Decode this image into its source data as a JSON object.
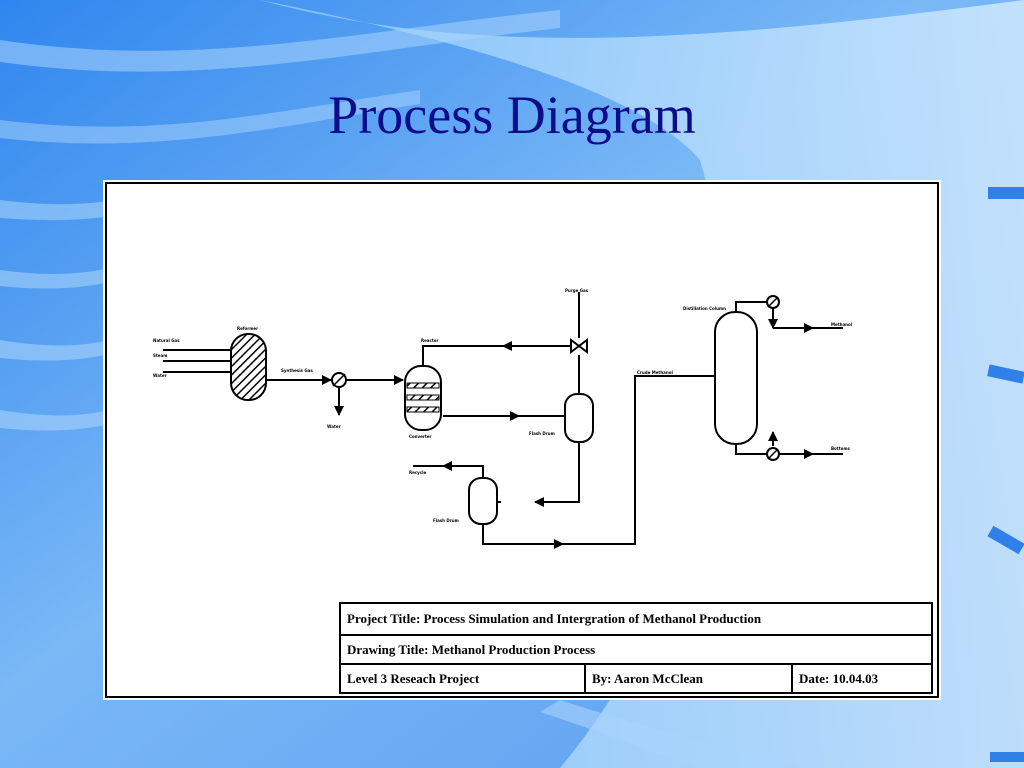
{
  "slide": {
    "title": "Process Diagram"
  },
  "diagram": {
    "stream_labels": {
      "natural_gas": "Natural Gas",
      "steam": "Steam",
      "water": "Water",
      "reformer": "Reformer",
      "syngas": "Synthesis Gas",
      "water_out": "Water",
      "reactor": "Reactor",
      "converter": "Converter",
      "purge": "Purge Gas",
      "flash1": "Flash Drum",
      "flash2": "Flash Drum",
      "crude": "Crude Methanol",
      "distillation": "Distillation Column",
      "recycle": "Recycle",
      "methanol": "Methanol",
      "bottoms": "Bottoms"
    }
  },
  "title_block": {
    "project_title": "Project Title: Process Simulation and Intergration of Methanol Production",
    "drawing_title": "Drawing Title: Methanol Production Process",
    "level": "Level 3 Reseach Project",
    "by": "By: Aaron McClean",
    "date": "Date: 10.04.03"
  },
  "colors": {
    "slide_bg": "#5aa0f0",
    "title_text": "#0d0d8c",
    "line": "#000000"
  }
}
